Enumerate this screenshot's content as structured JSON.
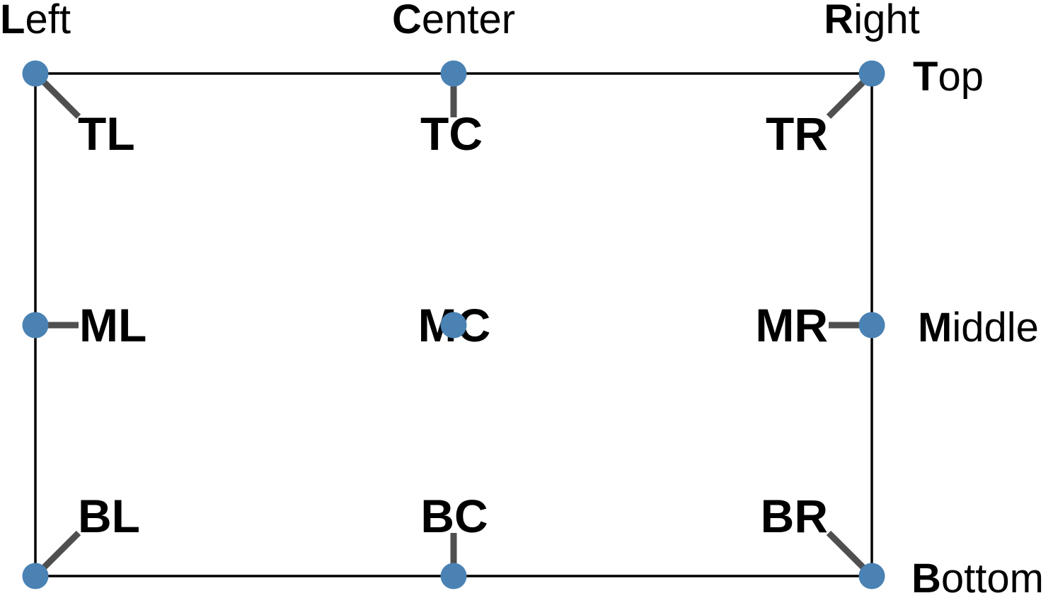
{
  "figure": {
    "edge_labels": {
      "left": {
        "initial": "L",
        "rest": "eft"
      },
      "center": {
        "initial": "C",
        "rest": "enter"
      },
      "right": {
        "initial": "R",
        "rest": "ight"
      },
      "top": {
        "initial": "T",
        "rest": "op"
      },
      "middle": {
        "initial": "M",
        "rest": "iddle"
      },
      "bottom": {
        "initial": "B",
        "rest": "ottom"
      }
    },
    "points": {
      "tl": "TL",
      "tc": "TC",
      "tr": "TR",
      "ml": "ML",
      "mc": "MC",
      "mr": "MR",
      "bl": "BL",
      "bc": "BC",
      "br": "BR"
    },
    "colors": {
      "point_fill": "#4a82b4",
      "leader_line": "#4f4f4f",
      "frame": "#000000",
      "text": "#000000",
      "background": "#ffffff"
    }
  }
}
